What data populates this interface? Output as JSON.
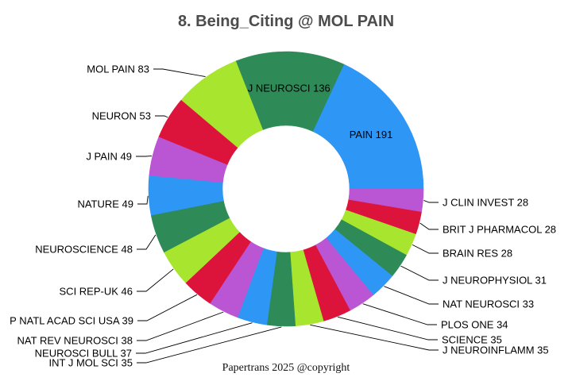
{
  "page": {
    "footer": "Papertrans 2025 @copyright"
  },
  "chart_data": {
    "type": "pie",
    "subtype": "donut",
    "title": "8. Being_Citing @ MOL PAIN",
    "title_color": "#4C4C4C",
    "label_color": "#000000",
    "total": 1056,
    "start_angle_deg": 0,
    "direction": "counterclockwise",
    "order": "descending",
    "inner_radius_ratio": 0.46,
    "legend": "none",
    "grid": "off",
    "palette": [
      "#2E96F5",
      "#2E8B57",
      "#A7E52E",
      "#DC143C",
      "#BA55D3"
    ],
    "slices": [
      {
        "label": "PAIN",
        "value": 191,
        "color": "#2E96F5",
        "label_placement": "inside"
      },
      {
        "label": "J NEUROSCI",
        "value": 136,
        "color": "#2E8B57",
        "label_placement": "inside"
      },
      {
        "label": "MOL PAIN",
        "value": 83,
        "color": "#A7E52E",
        "label_placement": "outside"
      },
      {
        "label": "NEURON",
        "value": 53,
        "color": "#DC143C",
        "label_placement": "outside"
      },
      {
        "label": "J PAIN",
        "value": 49,
        "color": "#BA55D3",
        "label_placement": "outside"
      },
      {
        "label": "NATURE",
        "value": 49,
        "color": "#2E96F5",
        "label_placement": "outside"
      },
      {
        "label": "NEUROSCIENCE",
        "value": 48,
        "color": "#2E8B57",
        "label_placement": "outside"
      },
      {
        "label": "SCI REP-UK",
        "value": 46,
        "color": "#A7E52E",
        "label_placement": "outside"
      },
      {
        "label": "P NATL ACAD SCI USA",
        "value": 39,
        "color": "#DC143C",
        "label_placement": "outside"
      },
      {
        "label": "NAT REV NEUROSCI",
        "value": 38,
        "color": "#BA55D3",
        "label_placement": "outside"
      },
      {
        "label": "NEUROSCI BULL",
        "value": 37,
        "color": "#2E96F5",
        "label_placement": "outside"
      },
      {
        "label": "INT J MOL SCI",
        "value": 35,
        "color": "#2E8B57",
        "label_placement": "outside"
      },
      {
        "label": "J NEUROINFLAMM",
        "value": 35,
        "color": "#A7E52E",
        "label_placement": "outside"
      },
      {
        "label": "SCIENCE",
        "value": 35,
        "color": "#DC143C",
        "label_placement": "outside"
      },
      {
        "label": "PLOS ONE",
        "value": 34,
        "color": "#BA55D3",
        "label_placement": "outside"
      },
      {
        "label": "NAT NEUROSCI",
        "value": 33,
        "color": "#2E96F5",
        "label_placement": "outside"
      },
      {
        "label": "J NEUROPHYSIOL",
        "value": 31,
        "color": "#2E8B57",
        "label_placement": "outside"
      },
      {
        "label": "BRAIN RES",
        "value": 28,
        "color": "#A7E52E",
        "label_placement": "outside"
      },
      {
        "label": "BRIT J PHARMACOL",
        "value": 28,
        "color": "#DC143C",
        "label_placement": "outside"
      },
      {
        "label": "J CLIN INVEST",
        "value": 28,
        "color": "#BA55D3",
        "label_placement": "outside"
      }
    ]
  }
}
